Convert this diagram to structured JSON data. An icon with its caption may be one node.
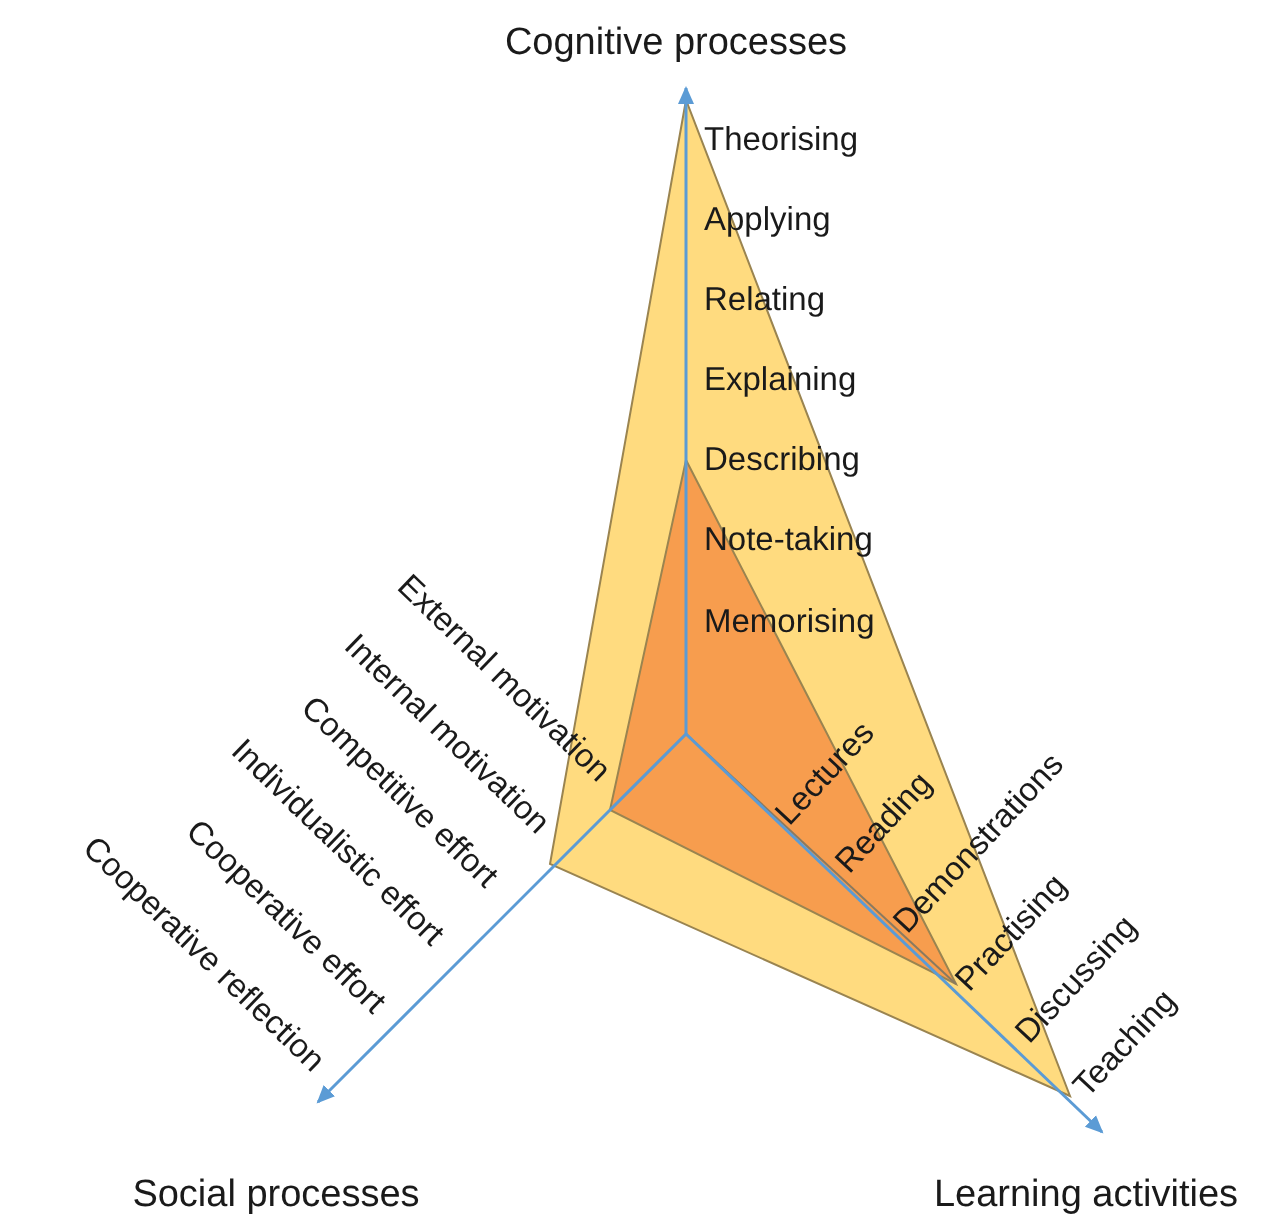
{
  "diagram": {
    "labels": [
      "Cognitive processes",
      "Theorising",
      "Applying",
      "Relating",
      "Explaining",
      "Describing",
      "Note-taking",
      "Memorising",
      "External motivation",
      "Internal motivation",
      "Competitive effort",
      "Individualistic effort",
      "Cooperative effort",
      "Cooperative reflection",
      "Lectures",
      "Reading",
      "Demonstrations",
      "Practising",
      "Discussing",
      "Teaching",
      "Social processes",
      "Learning activities"
    ]
  }
}
